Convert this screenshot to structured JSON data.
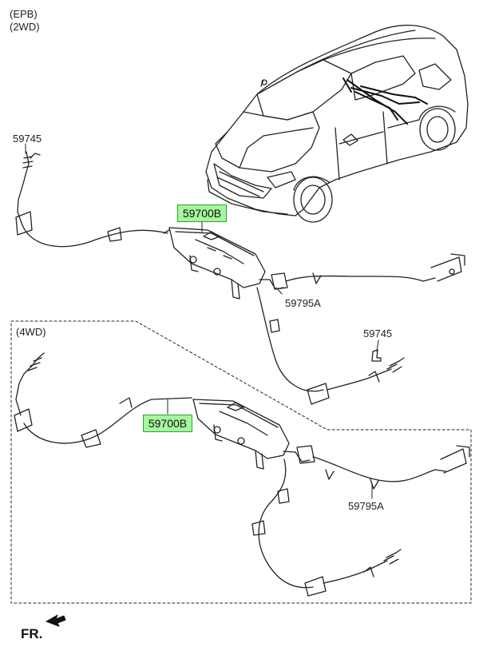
{
  "header": {
    "line1": "(EPB)",
    "line2": "(2WD)"
  },
  "section_4wd": {
    "label": "(4WD)"
  },
  "parts": {
    "top_left_cable": "59745",
    "top_actuator": "59700B",
    "top_right_cable": "59795A",
    "mid_cable": "59745",
    "bottom_actuator": "59700B",
    "bottom_right_cable": "59795A"
  },
  "footer": {
    "fr": "FR."
  },
  "colors": {
    "highlight_fill": "#a6f5a0",
    "highlight_border": "#2da32d",
    "line": "#222222"
  }
}
